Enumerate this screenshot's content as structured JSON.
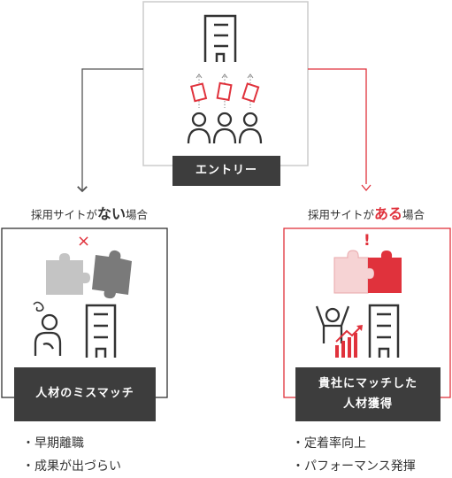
{
  "top": {
    "entry_label": "エントリー"
  },
  "left": {
    "case_prefix": "採用サイトが",
    "case_emphasis": "ない",
    "case_suffix": "場合",
    "mark": "×",
    "result_label": "人材のミスマッチ",
    "bullets": [
      "早期離職",
      "成果が出づらい"
    ]
  },
  "right": {
    "case_prefix": "採用サイトが",
    "case_emphasis": "ある",
    "case_suffix": "場合",
    "mark": "!",
    "result_label_line1": "貴社にマッチした",
    "result_label_line2": "人材獲得",
    "bullets": [
      "定着率向上",
      "パフォーマンス発揮"
    ]
  },
  "colors": {
    "accent": "#e0323c",
    "dark": "#3d3d3d",
    "gray_box": "#cccccc",
    "left_frame": "#333333"
  }
}
